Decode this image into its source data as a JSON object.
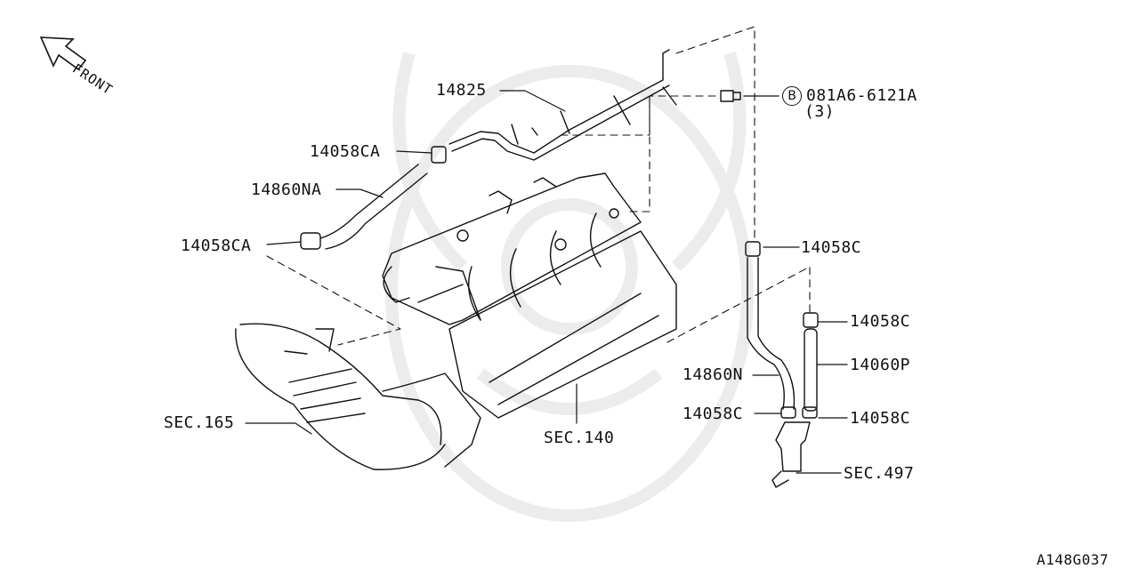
{
  "diagram": {
    "direction_label": "FRONT",
    "bolt_symbol": "B",
    "parts": [
      {
        "id": "p14825",
        "label": "14825"
      },
      {
        "id": "pbolt",
        "label": "081A6-6121A"
      },
      {
        "id": "pqty",
        "label": "(3)"
      },
      {
        "id": "p14058CA_1",
        "label": "14058CA"
      },
      {
        "id": "p14860NA",
        "label": "14860NA"
      },
      {
        "id": "p14058CA_2",
        "label": "14058CA"
      },
      {
        "id": "p14058C_1",
        "label": "14058C"
      },
      {
        "id": "p14058C_2",
        "label": "14058C"
      },
      {
        "id": "p14060P",
        "label": "14060P"
      },
      {
        "id": "p14860N",
        "label": "14860N"
      },
      {
        "id": "p14058C_3",
        "label": "14058C"
      },
      {
        "id": "p14058C_4",
        "label": "14058C"
      },
      {
        "id": "pSEC497",
        "label": "SEC.497"
      },
      {
        "id": "pSEC165",
        "label": "SEC.165"
      },
      {
        "id": "pSEC140",
        "label": "SEC.140"
      }
    ],
    "figure_code": "A148G037"
  },
  "colors": {
    "line": "#111111",
    "watermark": "#ececec",
    "background": "#ffffff"
  }
}
